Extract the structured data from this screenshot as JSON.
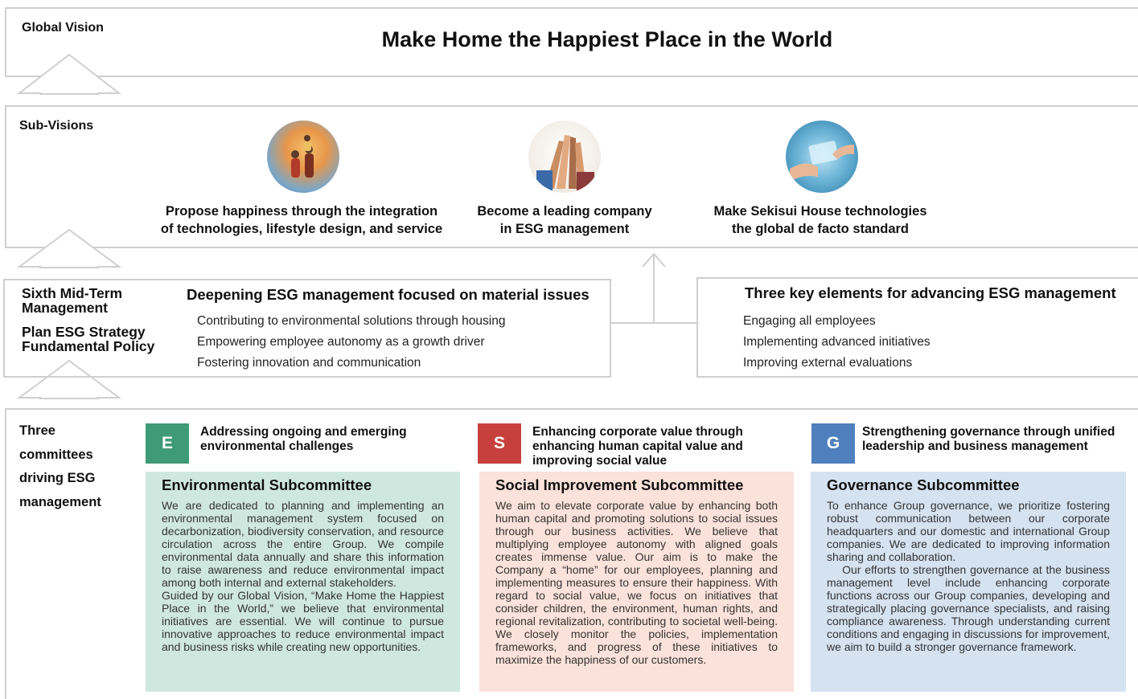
{
  "global_vision": {
    "label": "Global Vision",
    "title": "Make Home the Happiest Place in the World"
  },
  "sub_visions": {
    "label": "Sub-Visions",
    "items": [
      {
        "line1": "Propose happiness through the integration",
        "line2": "of technologies, lifestyle design, and service",
        "icon": "family-photo-icon"
      },
      {
        "line1": "Become a leading company",
        "line2": "in ESG management",
        "icon": "high-five-photo-icon"
      },
      {
        "line1": "Make Sekisui House technologies",
        "line2": "the global de facto standard",
        "icon": "technology-hands-photo-icon"
      }
    ]
  },
  "strategy": {
    "label_line1": "Sixth Mid-Term",
    "label_line2": "Management",
    "label_line3": "Plan ESG Strategy",
    "label_line4": "Fundamental Policy",
    "left_box": {
      "title": "Deepening ESG management focused on material issues",
      "items": [
        "Contributing to environmental solutions through housing",
        "Empowering employee autonomy as a growth driver",
        "Fostering innovation and communication"
      ]
    },
    "right_box": {
      "title": "Three key elements for advancing ESG management",
      "items": [
        "Engaging all employees",
        "Implementing advanced initiatives",
        "Improving external evaluations"
      ]
    }
  },
  "committees": {
    "label_lines": [
      "Three",
      "committees",
      "driving ESG",
      "management"
    ],
    "items": [
      {
        "badge": "E",
        "badge_color": "#3f9a7a",
        "bg_color": "#cfe8df",
        "goal_lines": [
          "Addressing ongoing and emerging",
          "environmental challenges"
        ],
        "title": "Environmental Subcommittee",
        "text": "We are dedicated to planning and implementing an environmental management system focused on decarbonization, biodiversity conservation, and resource circulation across the entire Group. We compile environmental data annually and share this information to raise awareness and reduce environmental impact among both internal and external stakeholders.\nGuided by our Global Vision, “Make Home the Happiest Place in the World,” we believe that environmental initiatives are essential. We will continue to pursue innovative approaches to reduce environmental impact and business risks while creating new opportunities."
      },
      {
        "badge": "S",
        "badge_color": "#c8403e",
        "bg_color": "#fbe2da",
        "goal_lines": [
          "Enhancing corporate value through",
          "enhancing human capital value and",
          "improving social value"
        ],
        "title": "Social Improvement Subcommittee",
        "text": "We aim to elevate corporate value by enhancing both human capital and promoting solutions to social issues through our business activities. We believe that multiplying employee autonomy with aligned goals creates immense value. Our aim is to make the Company a “home” for our employees, planning and implementing measures to ensure their happiness. With regard to social value, we focus on initiatives that consider children, the environment, human rights, and regional revitalization, contributing to societal well-being. We closely monitor the policies, implementation frameworks, and progress of these initiatives to maximize the happiness of our customers."
      },
      {
        "badge": "G",
        "badge_color": "#4f7fbd",
        "bg_color": "#d5e2f0",
        "goal_lines": [
          "Strengthening governance through unified",
          "leadership and business management"
        ],
        "title": "Governance Subcommittee",
        "text": "To enhance Group governance, we prioritize fostering robust communication between our corporate headquarters and our domestic and international Group companies. We are dedicated to improving information sharing and collaboration.\n    Our efforts to strengthen governance at the business management level include enhancing corporate functions across our Group companies, developing and strategically placing governance specialists, and raising compliance awareness. Through understanding current conditions and engaging in discussions for improvement, we aim to build a stronger governance framework."
      }
    ]
  }
}
